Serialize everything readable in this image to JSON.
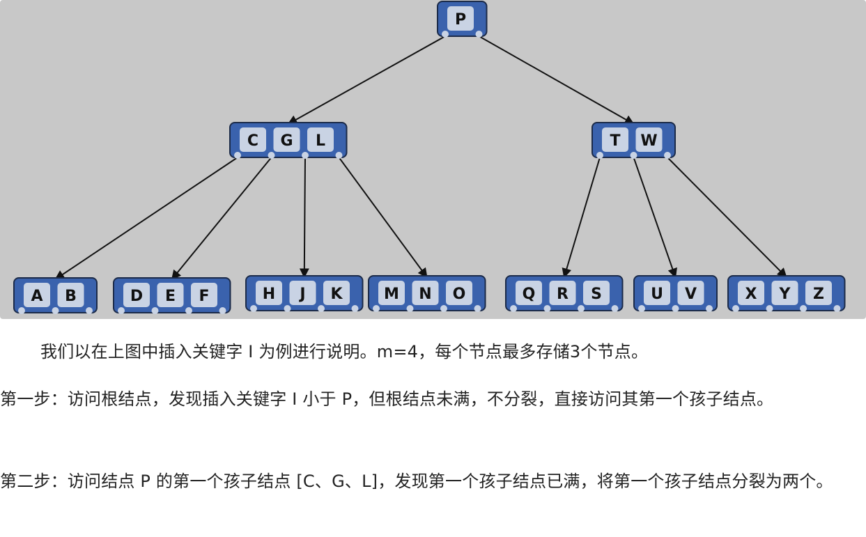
{
  "diagram": {
    "colors": {
      "node_fill": "#3a62ad",
      "key_fill": "#c9d3e4",
      "background": "#c8c8c8",
      "edge": "#111111"
    },
    "nodes": [
      {
        "id": "root",
        "keys": [
          "P"
        ]
      },
      {
        "id": "n1",
        "keys": [
          "C",
          "G",
          "L"
        ]
      },
      {
        "id": "n2",
        "keys": [
          "T",
          "W"
        ]
      },
      {
        "id": "l1",
        "keys": [
          "A",
          "B"
        ]
      },
      {
        "id": "l2",
        "keys": [
          "D",
          "E",
          "F"
        ]
      },
      {
        "id": "l3",
        "keys": [
          "H",
          "J",
          "K"
        ]
      },
      {
        "id": "l4",
        "keys": [
          "M",
          "N",
          "O"
        ]
      },
      {
        "id": "l5",
        "keys": [
          "Q",
          "R",
          "S"
        ]
      },
      {
        "id": "l6",
        "keys": [
          "U",
          "V"
        ]
      },
      {
        "id": "l7",
        "keys": [
          "X",
          "Y",
          "Z"
        ]
      }
    ],
    "edges": [
      [
        "root",
        "n1"
      ],
      [
        "root",
        "n2"
      ],
      [
        "n1",
        "l1"
      ],
      [
        "n1",
        "l2"
      ],
      [
        "n1",
        "l3"
      ],
      [
        "n1",
        "l4"
      ],
      [
        "n2",
        "l5"
      ],
      [
        "n2",
        "l6"
      ],
      [
        "n2",
        "l7"
      ]
    ]
  },
  "text": {
    "p1": "我们以在上图中插入关键字 I 为例进行说明。m=4，每个节点最多存储3个节点。",
    "p2": "第一步：访问根结点，发现插入关键字 I 小于 P，但根结点未满，不分裂，直接访问其第一个孩子结点。",
    "p3": "第二步：访问结点 P 的第一个孩子结点 [C、G、L]，发现第一个孩子结点已满，将第一个孩子结点分裂为两个。"
  }
}
